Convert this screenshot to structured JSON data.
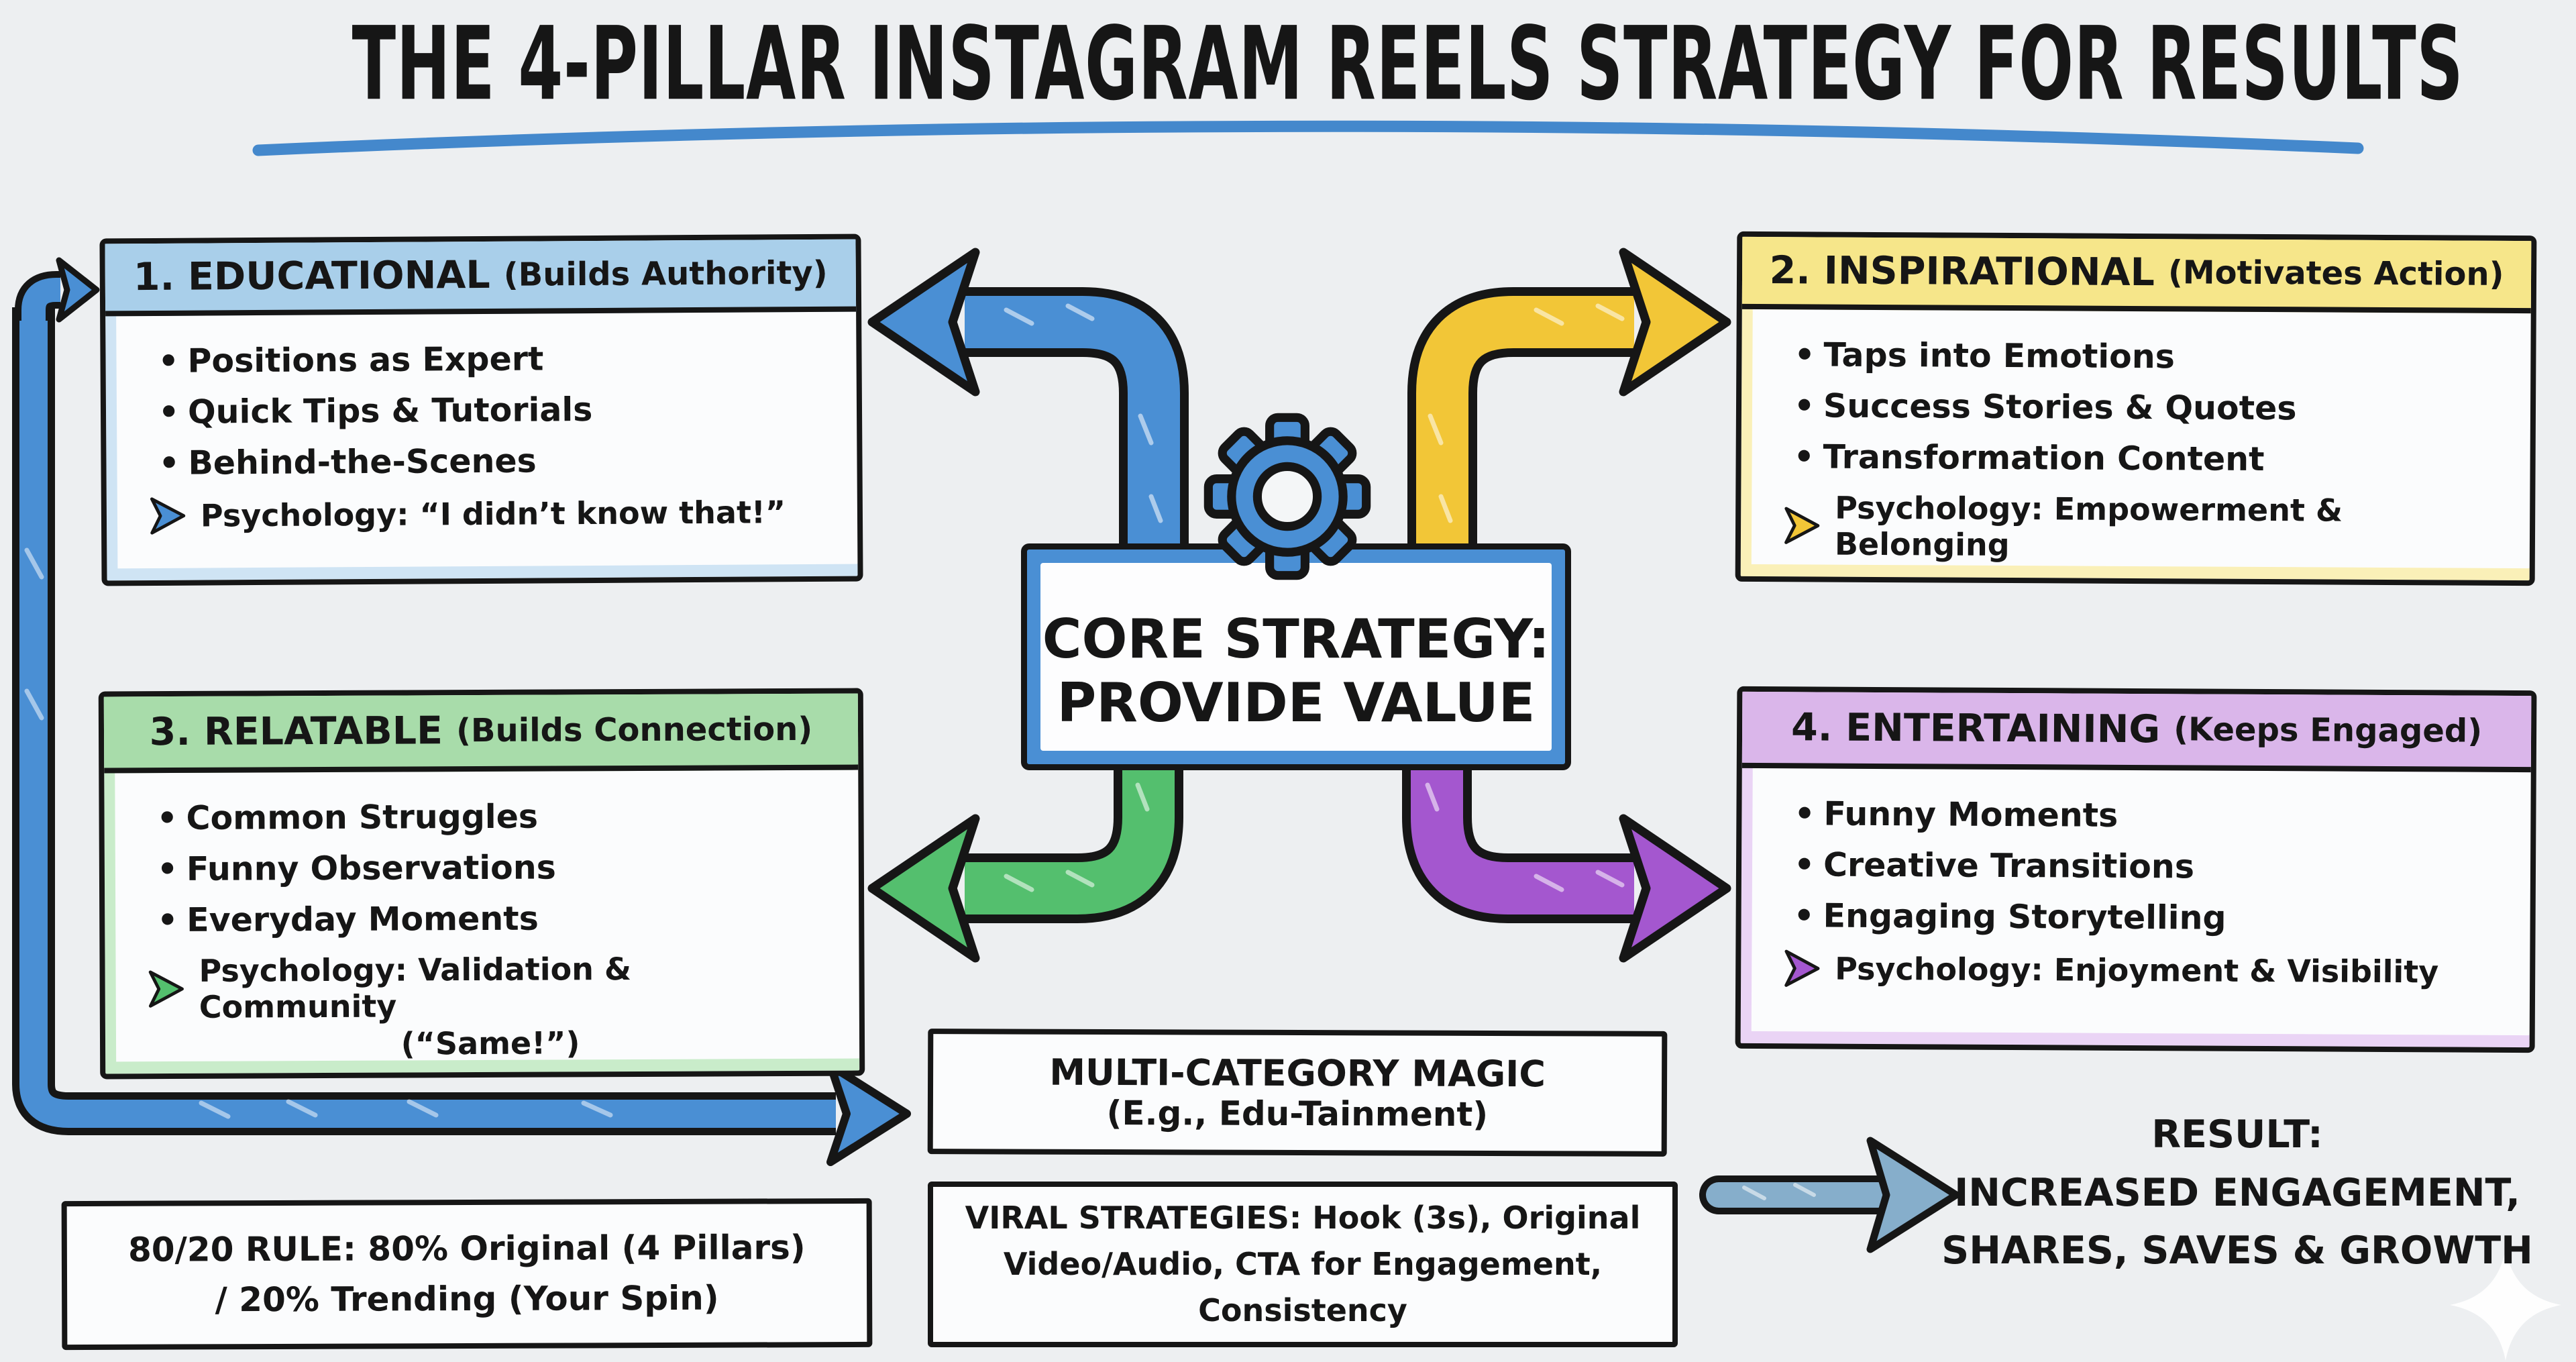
{
  "title": "THE 4-PILLAR INSTAGRAM REELS STRATEGY FOR RESULTS",
  "colors": {
    "bg": "#edeff1",
    "ink": "#161616",
    "blue": "#4a8fd4",
    "yellow": "#f2c637",
    "green": "#54bf6e",
    "purple": "#a457cf",
    "steel": "#86aecb",
    "underline": "#4488cc",
    "sparkle": "#ffffff"
  },
  "icons": {
    "core": "gear-icon",
    "psychology": "chevron-arrow-icon",
    "decor": "sparkle-icon"
  },
  "core": {
    "line1": "CORE STRATEGY:",
    "line2": "PROVIDE VALUE"
  },
  "pillars": [
    {
      "title": "1. EDUCATIONAL",
      "subtitle": "(Builds Authority)",
      "accent": "#a9cfea",
      "accent_soft": "#cfe4f4",
      "arrow_color": "#4a8fd4",
      "bullets": [
        "Positions as Expert",
        "Quick Tips & Tutorials",
        "Behind-the-Scenes"
      ],
      "psychology": "Psychology: “I didn’t know that!”"
    },
    {
      "title": "2. INSPIRATIONAL",
      "subtitle": "(Motivates Action)",
      "accent": "#f6e68a",
      "accent_soft": "#faf0b8",
      "arrow_color": "#f2c637",
      "bullets": [
        "Taps into Emotions",
        "Success Stories & Quotes",
        "Transformation Content"
      ],
      "psychology": "Psychology: Empowerment & Belonging"
    },
    {
      "title": "3. RELATABLE",
      "subtitle": "(Builds Connection)",
      "accent": "#a8dcaa",
      "accent_soft": "#c9ecca",
      "arrow_color": "#54bf6e",
      "bullets": [
        "Common Struggles",
        "Funny Observations",
        "Everyday Moments"
      ],
      "psychology": "Psychology: Validation & Community",
      "psychology_line2": "(“Same!”)"
    },
    {
      "title": "4. ENTERTAINING",
      "subtitle": "(Keeps Engaged)",
      "accent": "#dab6ea",
      "accent_soft": "#ead4f5",
      "arrow_color": "#a457cf",
      "bullets": [
        "Funny Moments",
        "Creative Transitions",
        "Engaging Storytelling"
      ],
      "psychology": "Psychology: Enjoyment & Visibility"
    }
  ],
  "multi_category": {
    "line1": "MULTI-CATEGORY MAGIC",
    "line2": "(E.g., Edu-Tainment)"
  },
  "viral": {
    "lines": [
      "VIRAL STRATEGIES: Hook (3s), Original",
      "Video/Audio, CTA for Engagement,",
      "Consistency"
    ]
  },
  "rule_8020": {
    "line1": "80/20 RULE: 80% Original (4 Pillars)",
    "line2": "/ 20% Trending (Your Spin)"
  },
  "result": {
    "line1": "RESULT:",
    "line2": "INCREASED ENGAGEMENT,",
    "line3": "SHARES, SAVES & GROWTH"
  }
}
